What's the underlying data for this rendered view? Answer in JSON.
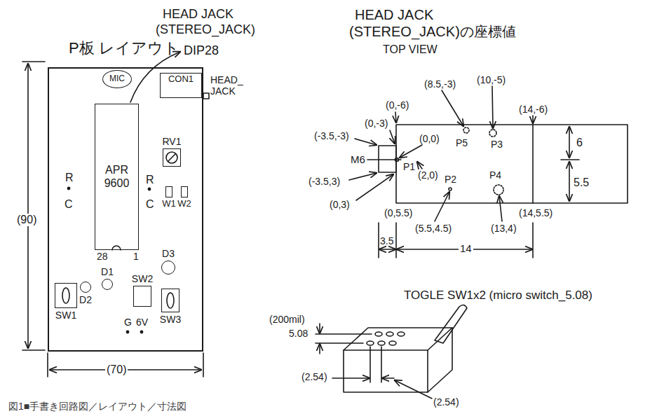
{
  "diagram": {
    "caption": "図1■手書き回路図／レイアウト／寸法図",
    "nodes": [
      {
        "text": [
          "P板 レイアウト"
        ]
      },
      {
        "text": [
          "MIC"
        ],
        "in": 0
      },
      {
        "text": [
          "CON1"
        ],
        "in": 0
      },
      {
        "text": [
          "APR 9600"
        ],
        "in": 0
      },
      {
        "text": [
          "RV1"
        ],
        "in": 0
      },
      {
        "text": [
          "W1"
        ],
        "in": 0
      },
      {
        "text": [
          "W2"
        ],
        "in": 0
      },
      {
        "text": [
          "D3"
        ],
        "in": 0
      },
      {
        "text": [
          "D1"
        ],
        "in": 0
      },
      {
        "text": [
          "D2"
        ],
        "in": 0
      },
      {
        "text": [
          "SW1"
        ],
        "in": 0
      },
      {
        "text": [
          "SW2"
        ],
        "in": 0
      },
      {
        "text": [
          "SW3"
        ],
        "in": 0
      }
    ],
    "labels": [
      "HEAD JACK",
      "(STEREO_JACK)",
      "DIP28",
      "HEAD_ JACK",
      "R",
      "C",
      "28",
      "1",
      "R",
      "C",
      "G",
      "6V",
      "(90)",
      "(70)",
      "HEAD JACK",
      "(STEREO_JACK)の座標値",
      "TOP VIEW",
      "(0,-6)",
      "(0,-3)",
      "(-3.5,-3)",
      "M6",
      "(-3.5,3)",
      "(0,3)",
      "(0,0)",
      "P1",
      "(2,0)",
      "(8.5,-3)",
      "(10,-5)",
      "P5",
      "P3",
      "(14,-6)",
      "6",
      "5.5",
      "P2",
      "P4",
      "(0,5.5)",
      "(14,5.5)",
      "(5.5,4.5)",
      "(13,4)",
      "3.5",
      "14",
      "TOGLE SW1x2 (micro switch_5.08)",
      "(200mil)",
      "5.08",
      "(2.54)",
      "(2.54)"
    ]
  }
}
